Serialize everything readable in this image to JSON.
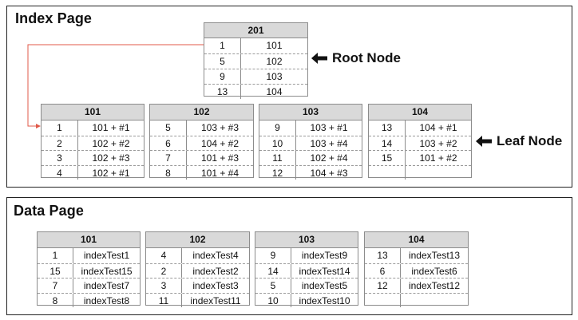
{
  "index_page": {
    "title": "Index Page",
    "root_label": "Root Node",
    "leaf_label": "Leaf Node",
    "root": {
      "header": "201",
      "rows": [
        {
          "k": "1",
          "v": "101"
        },
        {
          "k": "5",
          "v": "102"
        },
        {
          "k": "9",
          "v": "103"
        },
        {
          "k": "13",
          "v": "104"
        }
      ]
    },
    "leaves": [
      {
        "header": "101",
        "rows": [
          {
            "k": "1",
            "v": "101 + #1"
          },
          {
            "k": "2",
            "v": "102 + #2"
          },
          {
            "k": "3",
            "v": "102 + #3"
          },
          {
            "k": "4",
            "v": "102 + #1"
          }
        ]
      },
      {
        "header": "102",
        "rows": [
          {
            "k": "5",
            "v": "103 + #3"
          },
          {
            "k": "6",
            "v": "104 + #2"
          },
          {
            "k": "7",
            "v": "101 + #3"
          },
          {
            "k": "8",
            "v": "101 + #4"
          }
        ]
      },
      {
        "header": "103",
        "rows": [
          {
            "k": "9",
            "v": "103 + #1"
          },
          {
            "k": "10",
            "v": "103 + #4"
          },
          {
            "k": "11",
            "v": "102 + #4"
          },
          {
            "k": "12",
            "v": "104 + #3"
          }
        ]
      },
      {
        "header": "104",
        "rows": [
          {
            "k": "13",
            "v": "104 + #1"
          },
          {
            "k": "14",
            "v": "103 + #2"
          },
          {
            "k": "15",
            "v": "101 + #2"
          },
          {
            "k": "",
            "v": ""
          }
        ]
      }
    ]
  },
  "data_page": {
    "title": "Data Page",
    "tables": [
      {
        "header": "101",
        "rows": [
          {
            "k": "1",
            "v": "indexTest1"
          },
          {
            "k": "15",
            "v": "indexTest15"
          },
          {
            "k": "7",
            "v": "indexTest7"
          },
          {
            "k": "8",
            "v": "indexTest8"
          }
        ]
      },
      {
        "header": "102",
        "rows": [
          {
            "k": "4",
            "v": "indexTest4"
          },
          {
            "k": "2",
            "v": "indexTest2"
          },
          {
            "k": "3",
            "v": "indexTest3"
          },
          {
            "k": "11",
            "v": "indexTest11"
          }
        ]
      },
      {
        "header": "103",
        "rows": [
          {
            "k": "9",
            "v": "indexTest9"
          },
          {
            "k": "14",
            "v": "indexTest14"
          },
          {
            "k": "5",
            "v": "indexTest5"
          },
          {
            "k": "10",
            "v": "indexTest10"
          }
        ]
      },
      {
        "header": "104",
        "rows": [
          {
            "k": "13",
            "v": "indexTest13"
          },
          {
            "k": "6",
            "v": "indexTest6"
          },
          {
            "k": "12",
            "v": "indexTest12"
          },
          {
            "k": "",
            "v": ""
          }
        ]
      }
    ]
  },
  "colors": {
    "connector": "#e05a4a",
    "header_fill": "#d9d9d9",
    "border": "#8c8c8c"
  }
}
